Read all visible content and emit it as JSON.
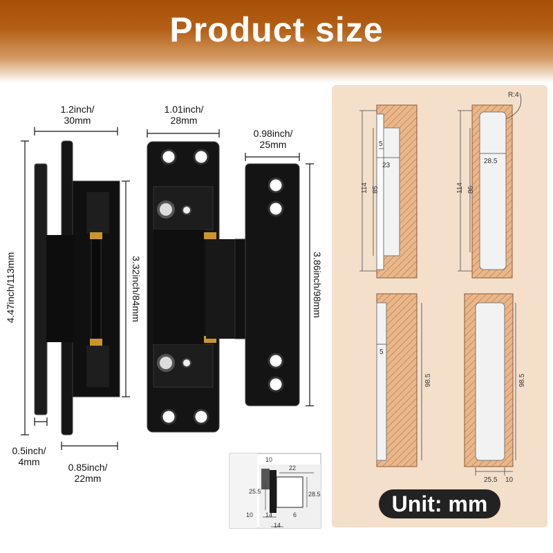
{
  "header": {
    "title": "Product size"
  },
  "hinge_dims": {
    "width_side": "1.2inch/\n30mm",
    "width_front": "1.01inch/\n28mm",
    "width_plate": "0.98inch/\n25mm",
    "height_total": "4.47inch/113mm",
    "height_body": "3.32inch/84mm",
    "height_plate": "3.86inch/98mm",
    "thickness": "0.5inch/\n4mm",
    "depth": "0.85inch/\n22mm"
  },
  "diagrams": {
    "d1": {
      "h_outer": "114",
      "h_inner": "85",
      "w_small": "5",
      "w_body": "23"
    },
    "d2": {
      "radius": "R:4",
      "h_outer": "114",
      "h_inner": "86",
      "w_body": "28.5"
    },
    "d3": {
      "w_small": "5",
      "h": "98.5"
    },
    "d4": {
      "h": "98.5",
      "w_body": "25.5",
      "w_small": "10"
    },
    "section": {
      "a": "10",
      "b": "22",
      "c": "25.5",
      "d": "28.5",
      "e": "10",
      "f": "14",
      "g": "6",
      "h": "14"
    }
  },
  "unit_badge": "Unit: mm"
}
